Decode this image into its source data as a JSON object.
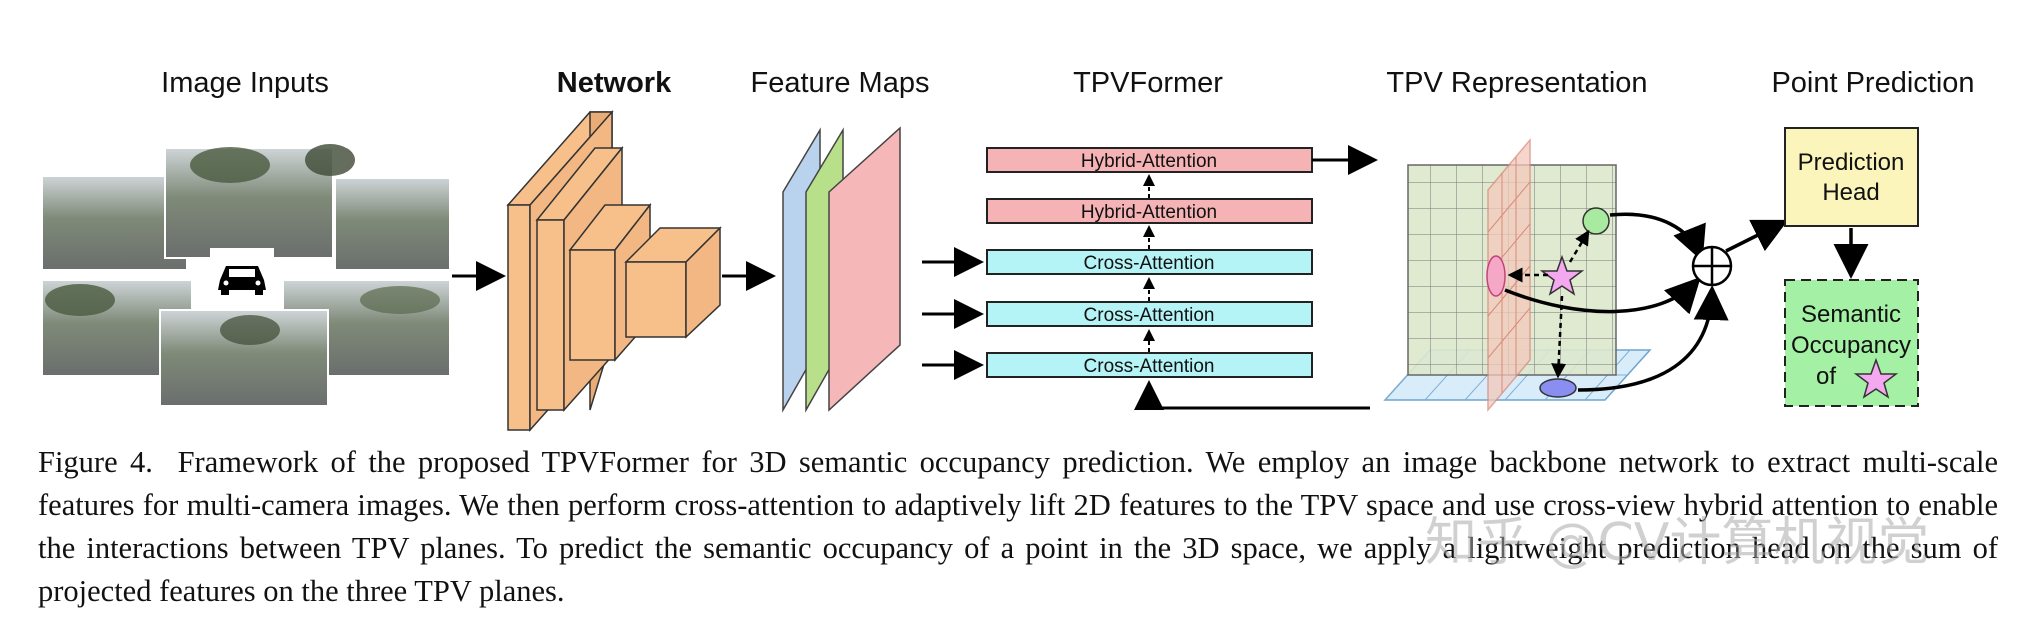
{
  "figure": {
    "sections": {
      "image_inputs": "Image Inputs",
      "network": "Network",
      "feature_maps": "Feature Maps",
      "tpvformer": "TPVFormer",
      "tpv_representation": "TPV Representation",
      "point_prediction": "Point Prediction"
    },
    "attention_blocks": [
      "Hybrid-Attention",
      "Hybrid-Attention",
      "Cross-Attention",
      "Cross-Attention",
      "Cross-Attention"
    ],
    "prediction_head": {
      "line1": "Prediction",
      "line2": "Head"
    },
    "semantic_occupancy": {
      "line1": "Semantic",
      "line2": "Occupancy",
      "line3": "of"
    },
    "colors": {
      "backbone": "#f7c08a",
      "feature_blue": "#b9d3ee",
      "feature_green": "#b8e08a",
      "feature_pink": "#f5b7b8",
      "hybrid_attention": "#f6b3b5",
      "cross_attention": "#b5f4f6",
      "prediction_head": "#fbf5bb",
      "semantic_box": "#a4f0a4",
      "star": "#f4a8ef"
    }
  },
  "caption": {
    "label": "Figure 4.",
    "text": "Framework of the proposed TPVFormer for 3D semantic occupancy prediction. We employ an image backbone network to extract multi-scale features for multi-camera images. We then perform cross-attention to adaptively lift 2D features to the TPV space and use cross-view hybrid attention to enable the interactions between TPV planes. To predict the semantic occupancy of a point in the 3D space, we apply a lightweight prediction head on the sum of projected features on the three TPV planes."
  },
  "watermark": "知乎 @CV计算机视觉"
}
